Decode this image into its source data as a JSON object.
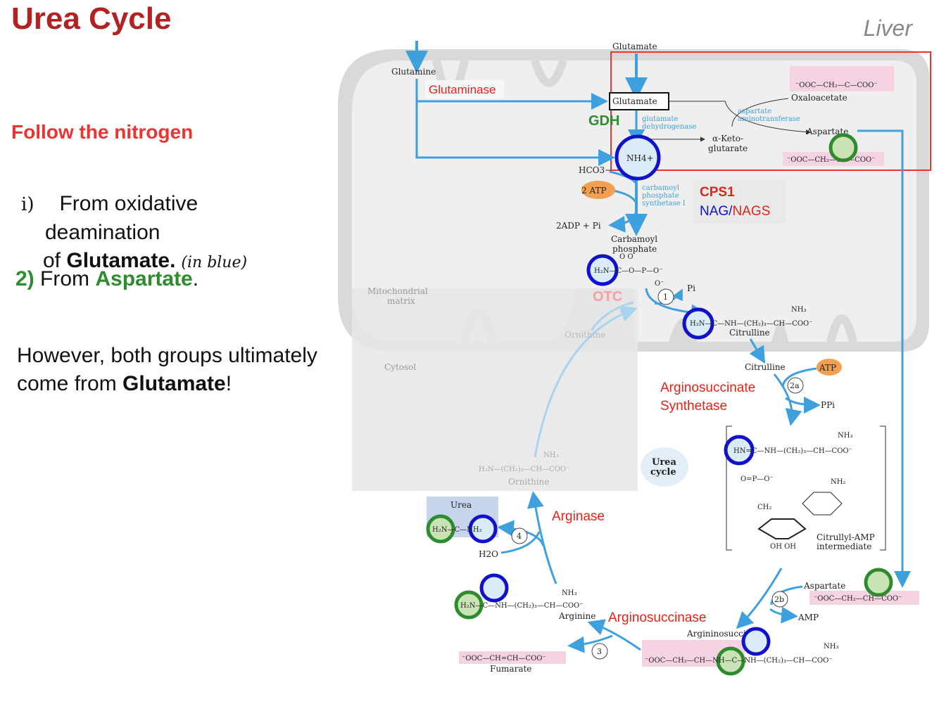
{
  "slide": {
    "title": "Urea Cycle",
    "region": "Liver",
    "heading": "Follow the nitrogen",
    "point1_num": "i)",
    "point1_a": "From oxidative",
    "point1_b": "deamination",
    "point1_c_pre": "of ",
    "point1_c_bold": "Glutamate.",
    "point1_note": "(in blue)",
    "point2_num": "2)",
    "point2_pre": " From ",
    "point2_bold": "Aspartate",
    "point2_post": ".",
    "however_a": "However, both groups ultimately",
    "however_b_pre": "come from ",
    "however_b_bold": "Glutamate",
    "however_b_post": "!"
  },
  "diagram": {
    "glutamate_top": "Glutamate",
    "glutamine": "Glutamine",
    "glutaminase": "Glutaminase",
    "glutamate_box": "Glutamate",
    "gdh": "GDH",
    "gdh_enzyme_1": "glutamate",
    "gdh_enzyme_2": "dehydrogenase",
    "oxaloacetate": "Oxaloacetate",
    "ast_1": "aspartate",
    "ast_2": "aminotransferase",
    "aspartate_top": "Aspartate",
    "aketo_1": "α-Keto-",
    "aketo_2": "glutarate",
    "nh4": "NH4+",
    "hco3": "HCO3−",
    "atp2": "2 ATP",
    "cps_1": "carbamoyl",
    "cps_2": "phosphate",
    "cps_3": "synthetase I",
    "cps1": "CPS1",
    "nag": "NAG/",
    "nags": "NAGS",
    "adp": "2ADP + Pi",
    "carbamoyl_1": "Carbamoyl",
    "carbamoyl_2": "phosphate",
    "mito_1": "Mitochondrial",
    "mito_2": "matrix",
    "otc": "OTC",
    "step1": "1",
    "pi": "Pi",
    "citrulline_mito": "Citrulline",
    "ornithine_mito": "Ornithine",
    "cytosol": "Cytosol",
    "citrulline_cyt": "Citrulline",
    "atp": "ATP",
    "ass_1": "Arginosuccinate",
    "ass_2": "Synthetase",
    "step2a": "2a",
    "ppi": "PPi",
    "urea_cycle_1": "Urea",
    "urea_cycle_2": "cycle",
    "ornithine_cyt": "Ornithine",
    "citrullyl_1": "Citrullyl-AMP",
    "citrullyl_2": "intermediate",
    "urea": "Urea",
    "arginase": "Arginase",
    "step4": "4",
    "h2o": "H2O",
    "arginine": "Arginine",
    "aspartate_bottom": "Aspartate",
    "step2b": "2b",
    "amp": "AMP",
    "arginosuccinase": "Arginosuccinase",
    "argininosuccinate": "Argininosuccinate",
    "step3": "3",
    "fumarate": "Fumarate"
  }
}
